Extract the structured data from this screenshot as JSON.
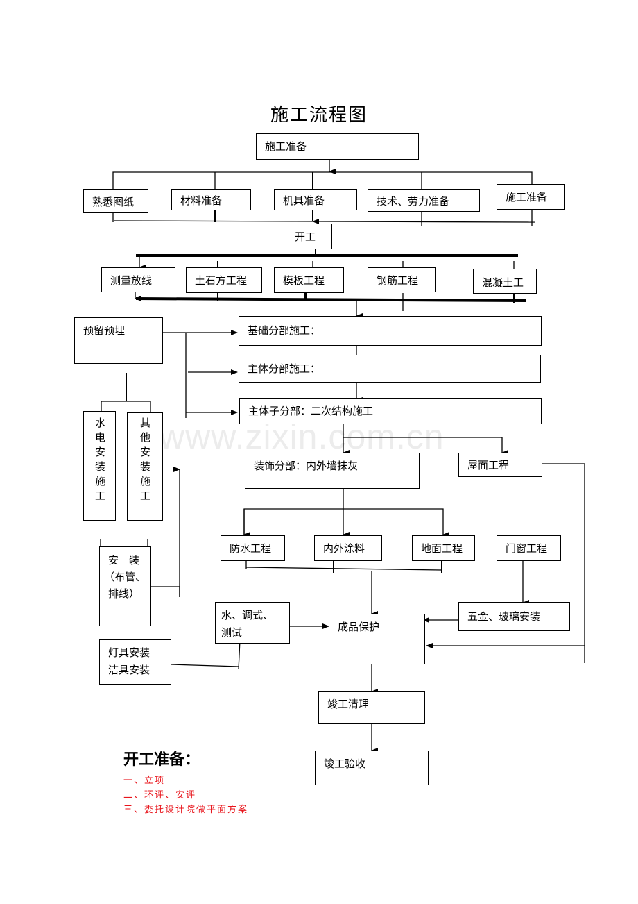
{
  "title": "施工流程图",
  "watermark": "www.zixin.com.cn",
  "boxes": {
    "prep_top": "施工准备",
    "drawings": "熟悉图纸",
    "materials": "材料准备",
    "machinery": "机具准备",
    "tech_labor": "技术、劳力准备",
    "prep_right": "施工准备",
    "start": "开工",
    "survey": "测量放线",
    "earthwork": "土石方工程",
    "formwork": "模板工程",
    "rebar": "钢筋工程",
    "concrete": "混凝土工",
    "embed": "预留预埋",
    "foundation": "基础分部施工：",
    "main_body": "主体分部施工：",
    "secondary": "主体子分部：二次结构施工",
    "mep_install": "水电安装施工",
    "other_install": "其他安装施工",
    "decoration": "装饰分部：内外墙抹灰",
    "roofing": "屋面工程",
    "waterproof": "防水工程",
    "paint": "内外涂料",
    "floor": "地面工程",
    "doors_windows": "门窗工程",
    "install_pipes_line1": "安　装",
    "install_pipes_line2": "（布管、",
    "install_pipes_line3": "排线）",
    "water_test_line1": "水、调式、",
    "water_test_line2": "测试",
    "hardware_glass": "五金、玻璃安装",
    "product_protection": "成品保护",
    "fixtures_line1": "灯具安装",
    "fixtures_line2": "洁具安装",
    "cleanup": "竣工清理",
    "acceptance": "竣工验收"
  },
  "prep_section": {
    "title": "开工准备：",
    "items": [
      "一、立项",
      "二、环评、安评",
      "三、委托设计院做平面方案"
    ],
    "item_color": "#e8141b"
  }
}
